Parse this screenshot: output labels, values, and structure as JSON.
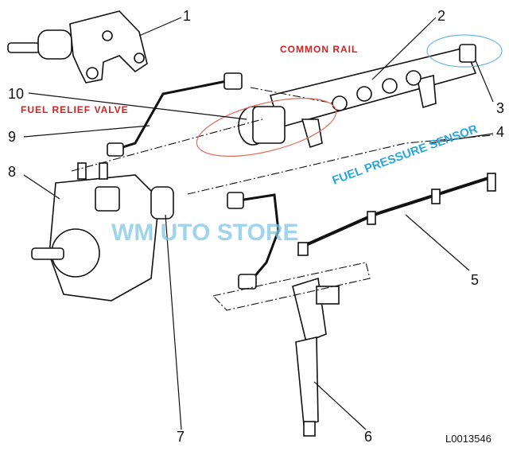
{
  "callouts": {
    "c1": "1",
    "c2": "2",
    "c3": "3",
    "c4": "4",
    "c5": "5",
    "c6": "6",
    "c7": "7",
    "c8": "8",
    "c9": "9",
    "c10": "10"
  },
  "annotations": {
    "common_rail": "COMMON RAIL",
    "fuel_relief_valve": "FUEL RELIEF VALVE",
    "fuel_pressure_sensor": "FUEL PRESSURE SENSOR"
  },
  "watermark": "WM UTO STORE",
  "drawing_code": "L0013546",
  "colors": {
    "annotation_red": "#d42020",
    "annotation_blue": "#2aa6dc",
    "ellipse_red": "#e07060",
    "ellipse_blue": "#6fb8dc"
  }
}
